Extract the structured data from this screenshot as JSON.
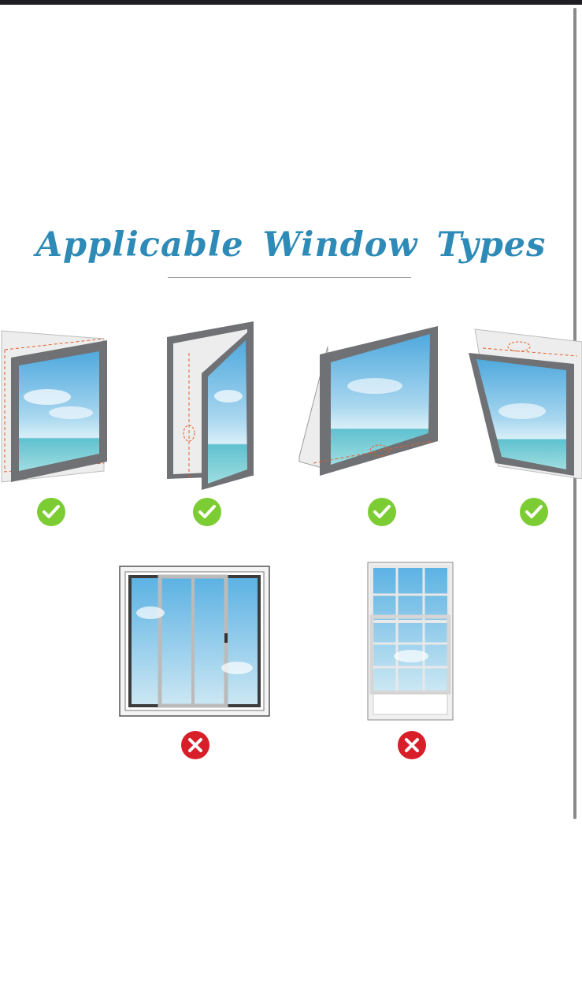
{
  "heading": {
    "text": "Applicable Window Types"
  },
  "colors": {
    "title": "#2e8ab6",
    "check": "#7ccc33",
    "cross": "#d81e28",
    "frame": "#6f7174",
    "sky_top": "#5cb2e3",
    "sky_bottom": "#cbe7f3",
    "sea": "#7ccfd6",
    "seal_line": "#e0602c"
  },
  "windows": [
    {
      "type": "casement-left-hinged",
      "suitable": true,
      "badge_icon": "check-circle-icon"
    },
    {
      "type": "casement-right-hinged",
      "suitable": true,
      "badge_icon": "check-circle-icon"
    },
    {
      "type": "awning-top-hinged",
      "suitable": true,
      "badge_icon": "check-circle-icon"
    },
    {
      "type": "hopper-bottom-hinged",
      "suitable": true,
      "badge_icon": "check-circle-icon"
    },
    {
      "type": "sliding",
      "suitable": false,
      "badge_icon": "cross-circle-icon"
    },
    {
      "type": "double-hung",
      "suitable": false,
      "badge_icon": "cross-circle-icon"
    }
  ]
}
